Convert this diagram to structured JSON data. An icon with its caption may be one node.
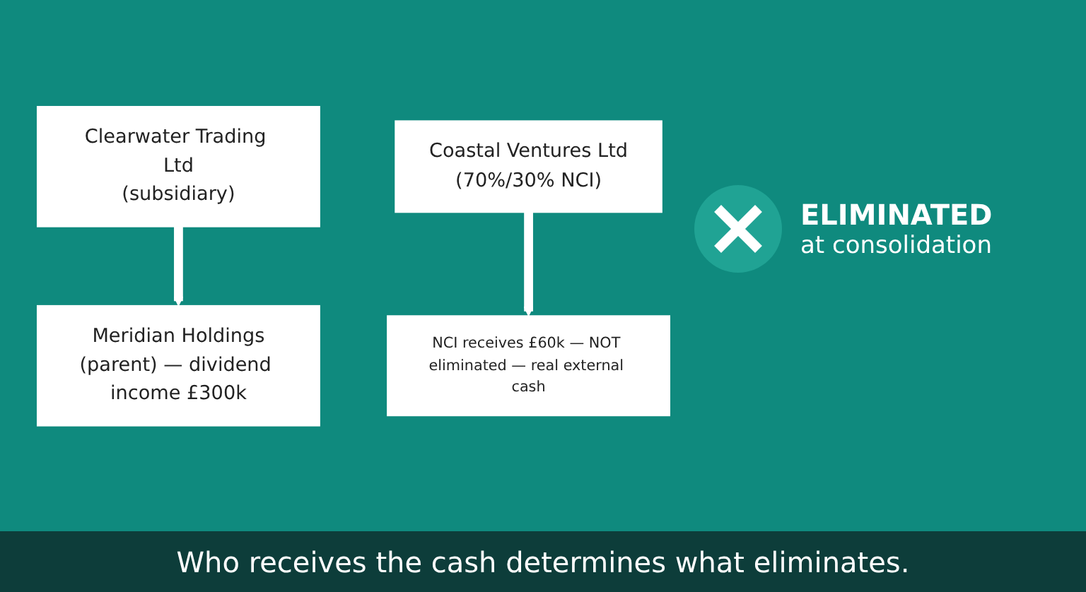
{
  "diagram": {
    "caption": "Who receives the cash determines what eliminates.",
    "nodes": [
      {
        "text": [
          "Clearwater Trading Ltd",
          "(subsidiary)"
        ]
      },
      {
        "text": [
          "Meridian Holdings",
          "(parent) — dividend income £300k"
        ]
      },
      {
        "text": [
          "Coastal Ventures Ltd",
          "(70%/30% NCI)"
        ]
      },
      {
        "text": [
          "NCI receives £60k — NOT eliminated — real external cash"
        ]
      }
    ],
    "edges": [
      {
        "from": 0,
        "to": 1,
        "arrow": "to"
      },
      {
        "from": 2,
        "to": 3,
        "arrow": "to"
      }
    ],
    "labels": [
      "ELIMINATED",
      "at consolidation"
    ]
  }
}
